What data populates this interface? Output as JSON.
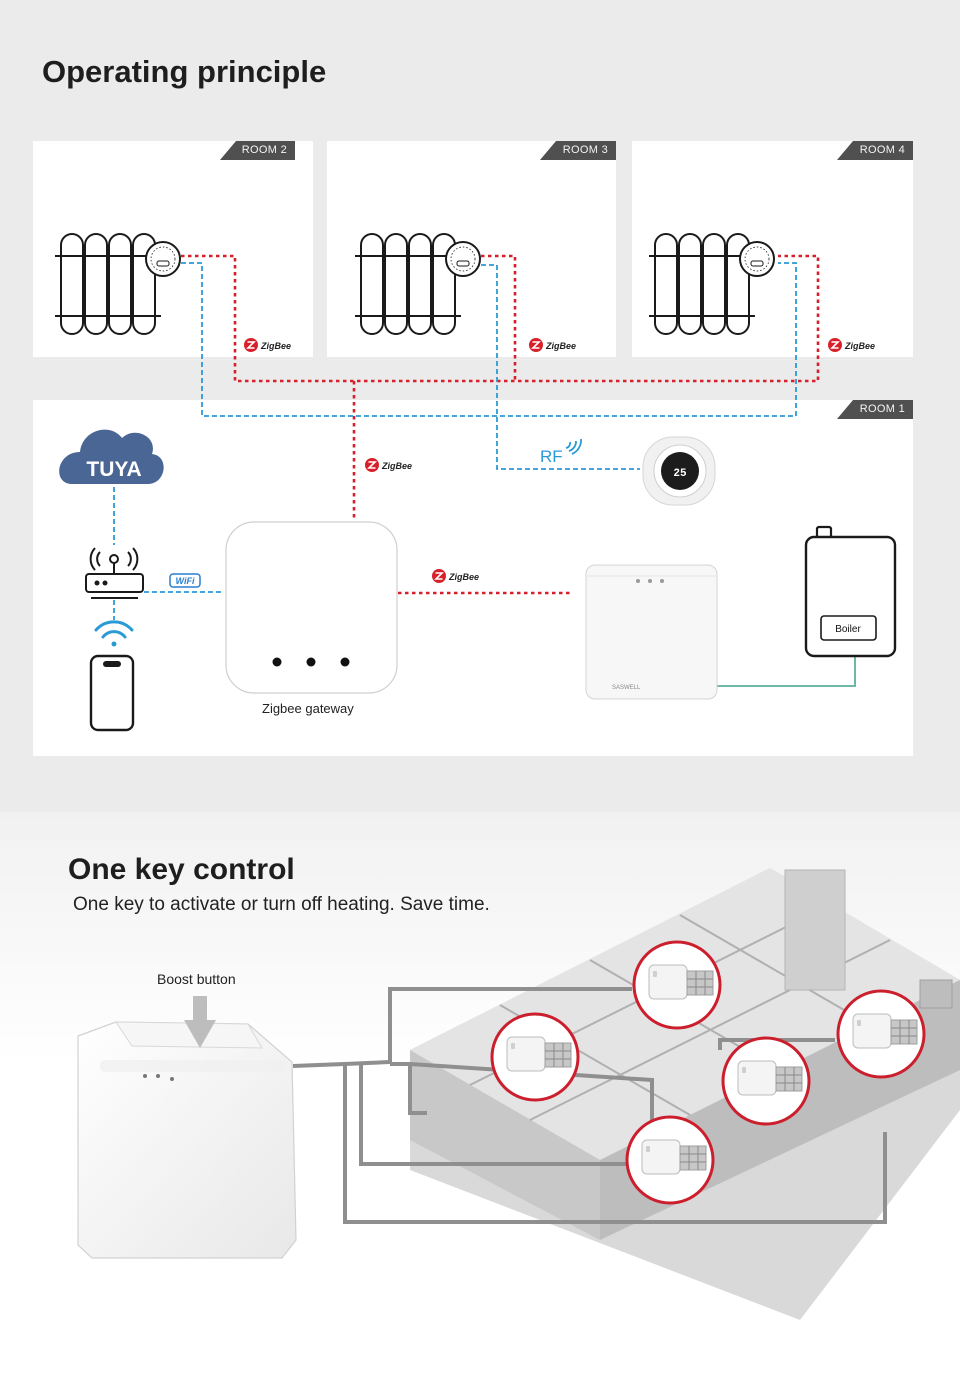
{
  "operating": {
    "title": "Operating principle",
    "rooms": [
      {
        "tag": "ROOM 2"
      },
      {
        "tag": "ROOM 3"
      },
      {
        "tag": "ROOM 4"
      },
      {
        "tag": "ROOM 1"
      }
    ],
    "cloud_label": "TUYA",
    "wifi_badge": "WiFi",
    "rf_label": "RF",
    "zigbee_label": "ZigBee",
    "gateway_label": "Zigbee gateway",
    "boiler_label": "Boiler",
    "receiver_brand": "SASWELL",
    "colors": {
      "zigbee_link": "#d8202a",
      "rf_link": "#2a9ad6",
      "boiler_link": "#5fae9c",
      "wifi_link": "#2a9ad6"
    }
  },
  "onekey": {
    "title": "One key control",
    "subtitle": "One key to activate or turn off heating. Save time.",
    "boost_label": "Boost button",
    "colors": {
      "callout_ring": "#cc1f2d",
      "pipe": "#8f8f8f"
    }
  }
}
